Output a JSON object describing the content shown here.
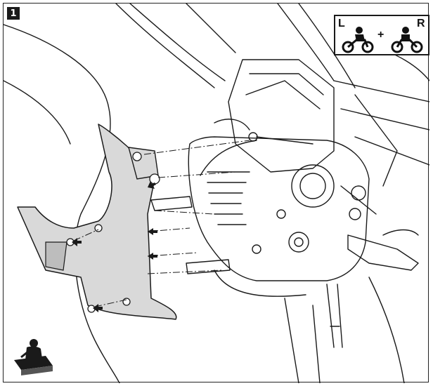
{
  "step": {
    "number": "1"
  },
  "assembly_icon": {
    "left_label": "L",
    "plus": "+",
    "right_label": "R",
    "icons": [
      "rider-on-motorcycle-icon",
      "rider-on-motorcycle-icon"
    ]
  },
  "corner_icon": "mechanic-at-workbench-icon",
  "colors": {
    "line": "#1a1a1a",
    "part_fill": "#d9d9d9",
    "background": "#ffffff"
  }
}
